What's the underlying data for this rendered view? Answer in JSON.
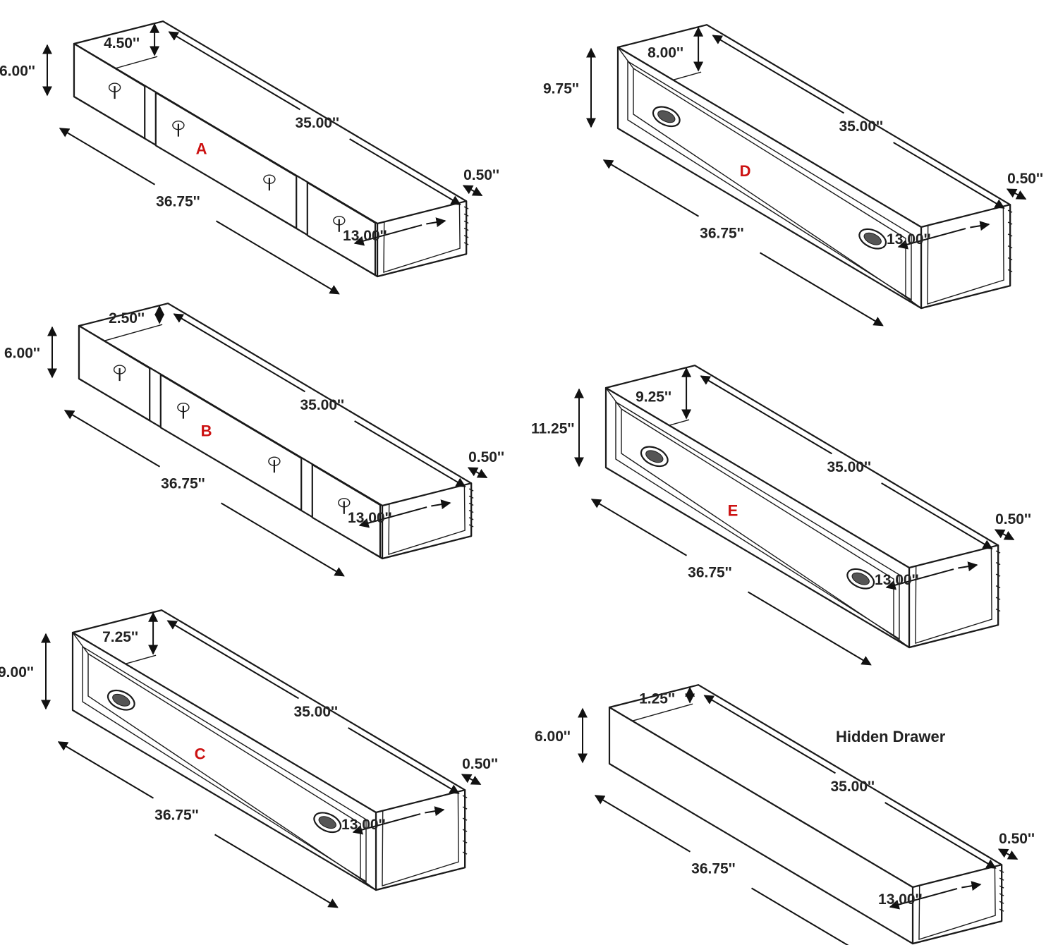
{
  "colors": {
    "line": "#1a1a1a",
    "letter": "#cc1111",
    "text": "#222222"
  },
  "drawers": [
    {
      "id": "A",
      "letter": "A",
      "height": "6.00''",
      "inner_depth": "4.50''",
      "inner_length": "35.00''",
      "inner_width": "13.00''",
      "wall": "0.50''",
      "length": "36.75''",
      "front_style": "three-panel",
      "handle": "ring-pull"
    },
    {
      "id": "B",
      "letter": "B",
      "height": "6.00''",
      "inner_depth": "2.50''",
      "inner_length": "35.00''",
      "inner_width": "13.00''",
      "wall": "0.50''",
      "length": "36.75''",
      "front_style": "three-panel",
      "handle": "ring-pull"
    },
    {
      "id": "C",
      "letter": "C",
      "height": "9.00''",
      "inner_depth": "7.25''",
      "inner_length": "35.00''",
      "inner_width": "13.00''",
      "wall": "0.50''",
      "length": "36.75''",
      "front_style": "framed-panel",
      "handle": "oval-pull"
    },
    {
      "id": "D",
      "letter": "D",
      "height": "9.75''",
      "inner_depth": "8.00''",
      "inner_length": "35.00''",
      "inner_width": "13.00''",
      "wall": "0.50''",
      "length": "36.75''",
      "front_style": "framed-panel",
      "handle": "oval-pull"
    },
    {
      "id": "E",
      "letter": "E",
      "height": "11.25''",
      "inner_depth": "9.25''",
      "inner_length": "35.00''",
      "inner_width": "13.00''",
      "wall": "0.50''",
      "length": "36.75''",
      "front_style": "framed-panel",
      "handle": "oval-pull"
    },
    {
      "id": "hidden",
      "title": "Hidden Drawer",
      "height": "6.00''",
      "inner_depth": "1.25''",
      "inner_length": "35.00''",
      "inner_width": "13.00''",
      "wall": "0.50''",
      "length": "36.75''",
      "front_style": "plain",
      "handle": "none"
    }
  ]
}
